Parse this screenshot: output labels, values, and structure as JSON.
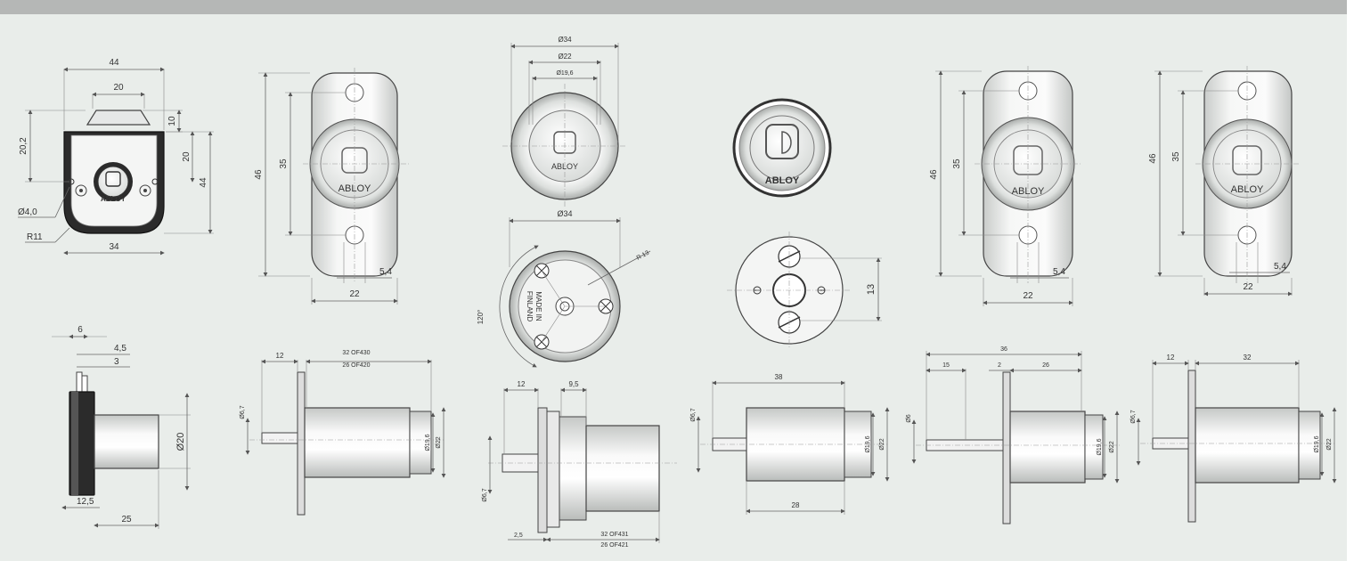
{
  "colors": {
    "panel_bg": "#e9edea",
    "top_bar": "#b5b7b6",
    "metal_light": "#f7f8f7",
    "metal_dark": "#c4c7c5",
    "housing_dark": "#2b2b2b"
  },
  "brand": "ABLOY",
  "made_in": [
    "MADE IN",
    "FINLAND"
  ],
  "lock1": {
    "front": {
      "width_top": "44",
      "width_mid": "20",
      "d10": "10",
      "d20": "20",
      "d44": "44",
      "d202": "20,2",
      "hole": "Ø4,0",
      "radius": "R11",
      "width_bottom": "34"
    },
    "side": {
      "d6": "6",
      "d45": "4,5",
      "d3": "3",
      "dia20": "Ø20",
      "d125": "12,5",
      "d25": "25"
    }
  },
  "lock2": {
    "front": {
      "height_total": "46",
      "height_holes": "35",
      "hole_offset": "5,4",
      "width": "22"
    },
    "side": {
      "dia67": "Ø6,7",
      "d12": "12",
      "len_a": "32 OF430",
      "len_b": "26 OF420",
      "dia196": "Ø19,6",
      "dia22": "Ø22"
    }
  },
  "lock3": {
    "front": {
      "dia34": "Ø34",
      "dia22": "Ø22",
      "dia196": "Ø19,6"
    },
    "back": {
      "dia34": "Ø34",
      "radius": "R 13",
      "angle": "120°"
    },
    "side": {
      "d12": "12",
      "d95": "9,5",
      "dia67": "Ø6,7",
      "d25": "2,5",
      "len_a": "32 OF431",
      "len_b": "26 OF421"
    }
  },
  "lock4": {
    "back": {
      "d13": "13"
    },
    "side": {
      "d38": "38",
      "dia67": "Ø6,7",
      "dia196": "Ø19,6",
      "dia22": "Ø22",
      "d28": "28"
    }
  },
  "lock5": {
    "front": {
      "height_total": "46",
      "height_holes": "35",
      "hole_offset": "5,4",
      "width": "22"
    },
    "side": {
      "d36": "36",
      "d15": "15",
      "d2": "2",
      "d26": "26",
      "dia6": "Ø6",
      "dia196": "Ø19,6",
      "dia22": "Ø22"
    }
  },
  "lock6": {
    "front": {
      "height_total": "46",
      "height_holes": "35",
      "hole_offset": "5,4",
      "width": "22"
    },
    "side": {
      "d12": "12",
      "d32": "32",
      "dia67": "Ø6,7",
      "dia196": "Ø19,6",
      "dia22": "Ø22"
    }
  }
}
